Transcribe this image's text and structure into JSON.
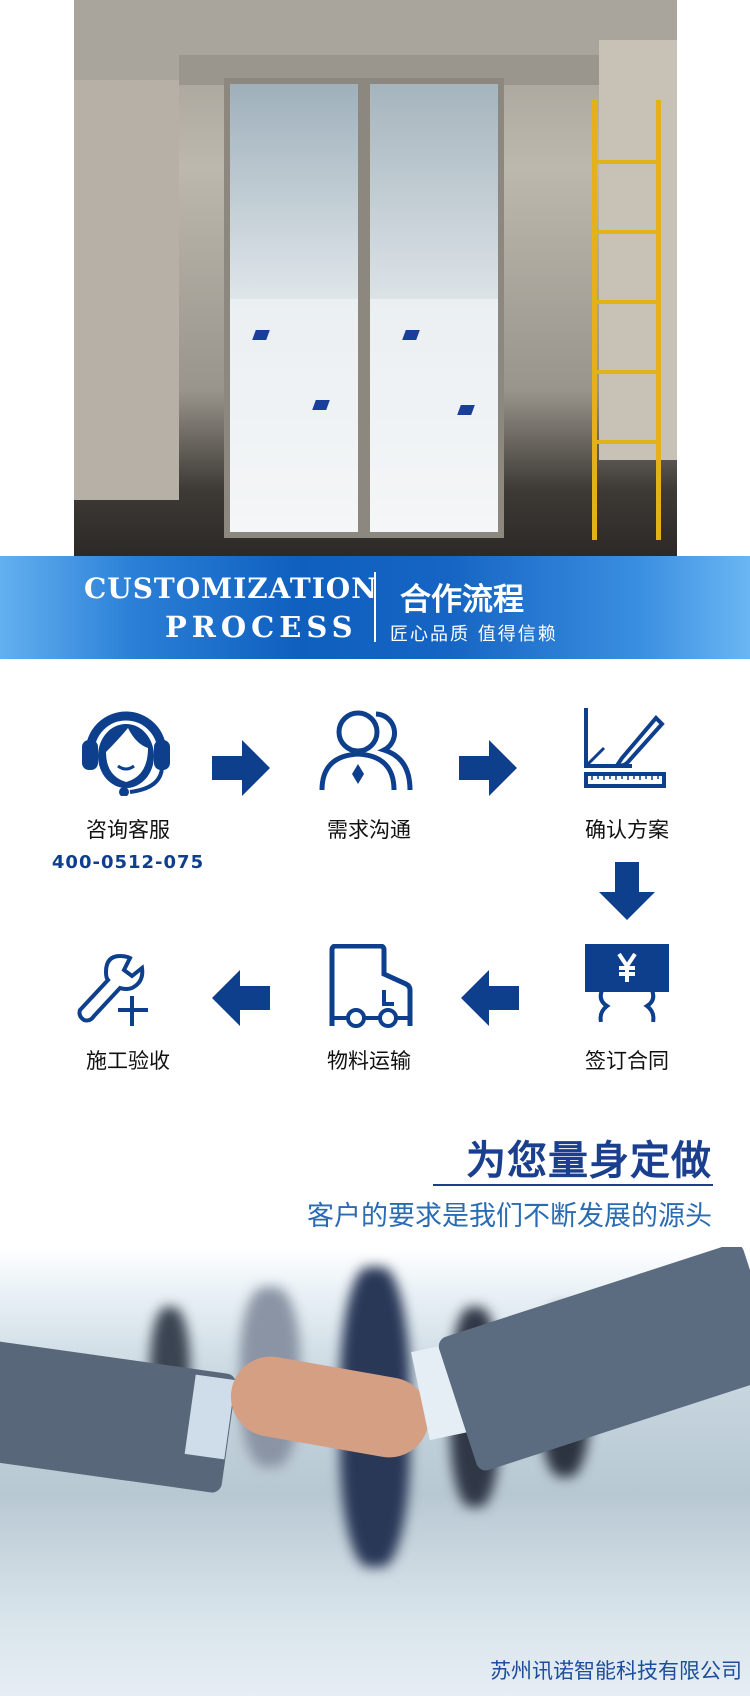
{
  "banner": {
    "en_line1": "CUSTOMIZATION",
    "en_line2": "PROCESS",
    "cn_title": "合作流程",
    "cn_subtitle": "匠心品质 值得信赖"
  },
  "process": {
    "steps": [
      {
        "label": "咨询客服",
        "icon": "headset-agent-icon",
        "phone": "400-0512-075"
      },
      {
        "label": "需求沟通",
        "icon": "users-icon"
      },
      {
        "label": "确认方案",
        "icon": "ruler-pencil-icon"
      },
      {
        "label": "签订合同",
        "icon": "yuan-contract-icon"
      },
      {
        "label": "物料运输",
        "icon": "truck-icon"
      },
      {
        "label": "施工验收",
        "icon": "wrench-plus-icon"
      }
    ],
    "accent": "#0e3f8d"
  },
  "tailor": {
    "title": "为您量身定做",
    "subtitle": "客户的要求是我们不断发展的源头"
  },
  "footer": {
    "company": "苏州讯诺智能科技有限公司"
  }
}
